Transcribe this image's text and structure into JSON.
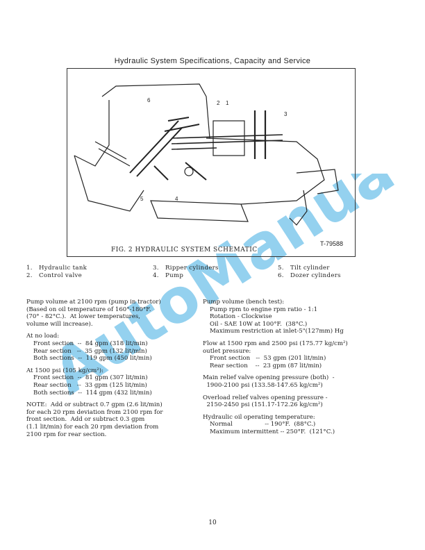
{
  "title": "Hydraulic System Specifications, Capacity and Service",
  "figure": {
    "caption": "FIG. 2 HYDRAULIC SYSTEM SCHEMATIC",
    "number": "T-79588",
    "callouts": [
      "1",
      "2",
      "3",
      "4",
      "5",
      "6"
    ]
  },
  "legend": [
    {
      "num": "1.",
      "label": "Hydraulic tank"
    },
    {
      "num": "2.",
      "label": "Control valve"
    },
    {
      "num": "3.",
      "label": "Ripper cylinders"
    },
    {
      "num": "4.",
      "label": "Pump"
    },
    {
      "num": "5.",
      "label": "Tilt cylinder"
    },
    {
      "num": "6.",
      "label": "Dozer cylinders"
    }
  ],
  "left_column": {
    "pump_volume": "Pump volume at 2100 rpm (pump in tractor)\n(Based on oil temperature of 160°-180°F.\n(70° - 82°C.).  At lower temperatures,\nvolume will increase).",
    "no_load_heading": "At no load:",
    "no_load": [
      "Front section  --  84 gpm (318 lit/min)",
      "Rear section   --  35 gpm (132 lit/min)",
      "Both sections  --  119 gpm (450 lit/min)"
    ],
    "psi_heading": "At 1500 psi (105 kg/cm²):",
    "psi": [
      "Front section  --  81 gpm (307 lit/min)",
      "Rear section   --  33 gpm (125 lit/min)",
      "Both sections  --  114 gpm (432 lit/min)"
    ],
    "note": "NOTE:  Add or subtract 0.7 gpm (2.6 lit/min)\nfor each 20 rpm deviation from 2100 rpm for\nfront section.  Add or subtract 0.3 gpm\n(1.1 lit/min) for each 20 rpm deviation from\n2100 rpm for rear section."
  },
  "right_column": {
    "bench_heading": "Pump volume (bench test):",
    "bench": [
      "Pump rpm to engine rpm ratio - 1:1",
      "Rotation - Clockwise",
      "Oil - SAE 10W at 100°F.  (38°C.)",
      "Maximum restriction at inlet-5\"(127mm) Hg"
    ],
    "flow_heading": "Flow at 1500 rpm and 2500 psi (175.77 kg/cm²)\noutlet pressure:",
    "flow": [
      "Front section   --  53 gpm (201 lit/min)",
      "Rear section    --  23 gpm (87 lit/min)"
    ],
    "main_relief": "Main relief valve opening pressure (both)  -\n  1900-2100 psi (133.58-147.65 kg/cm²)",
    "overload": "Overload relief valves opening pressure -\n  2150-2450 psi (151.17-172.26 kg/cm²)",
    "temp_heading": "Hydraulic oil operating temperature:",
    "temp": [
      "Normal                 -- 190°F.  (88°C.)",
      "Maximum intermittent -- 250°F.  (121°C.)"
    ]
  },
  "page_number": "10",
  "watermark": "AutoManual",
  "colors": {
    "watermark": "#29a3e0",
    "ink": "#222222"
  }
}
